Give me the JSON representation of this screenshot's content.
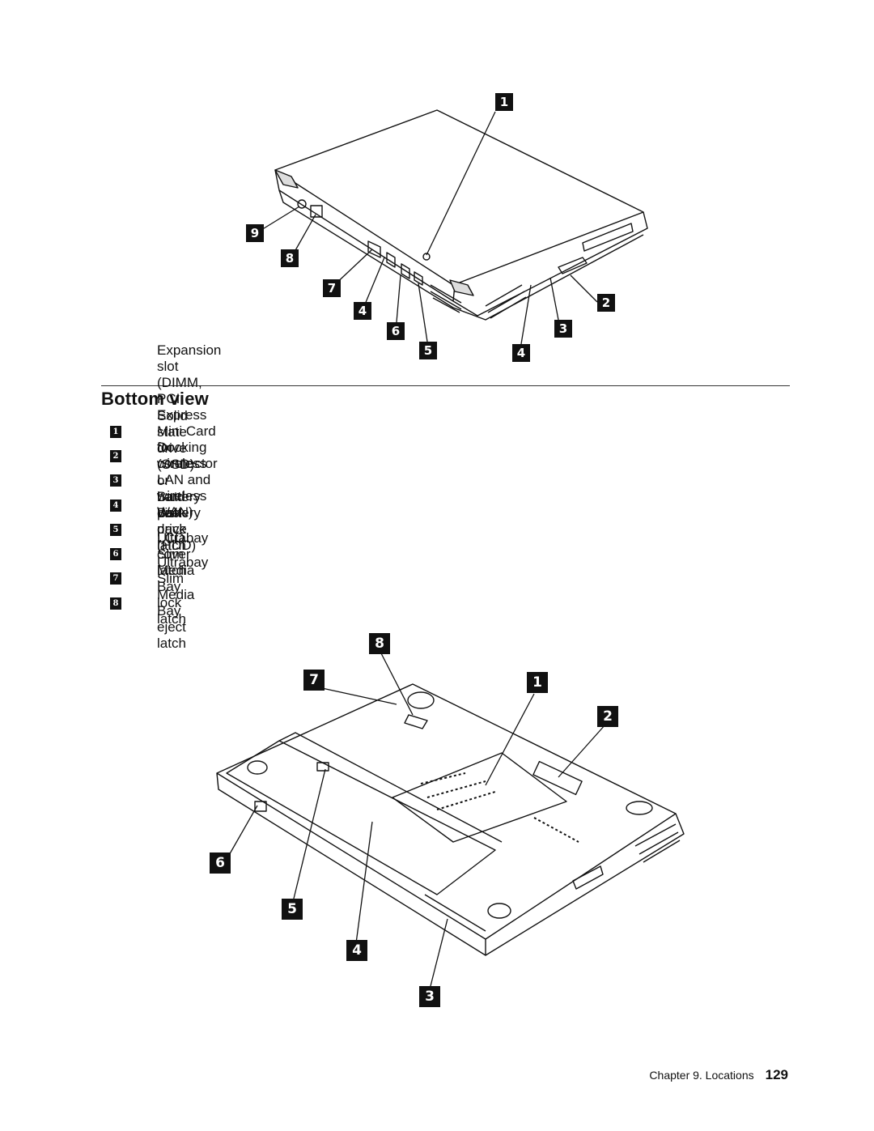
{
  "section": {
    "title": "Bottom view"
  },
  "legend": [
    {
      "number": "1",
      "text": "Expansion slot (DIMM, PCI Express Mini Card for wireless LAN and wireless WAN)"
    },
    {
      "number": "2",
      "text": "Docking connector"
    },
    {
      "number": "3",
      "text": "Solid state drive (SSD) or hard disk drive (HDD)"
    },
    {
      "number": "4",
      "text": "Battery pack"
    },
    {
      "number": "5",
      "text": "Battery pack latch"
    },
    {
      "number": "6",
      "text": "LCD cover latch"
    },
    {
      "number": "7",
      "text": "Ultrabay Slim Media Bay lock latch"
    },
    {
      "number": "8",
      "text": "Ultrabay Slim Media Bay eject latch"
    }
  ],
  "figure_top": {
    "callouts": [
      "1",
      "2",
      "3",
      "4",
      "4",
      "5",
      "6",
      "7",
      "8",
      "9"
    ]
  },
  "figure_bottom": {
    "callouts": [
      "1",
      "2",
      "3",
      "4",
      "5",
      "6",
      "7",
      "8"
    ]
  },
  "footer": {
    "chapter": "Chapter 9.  Locations",
    "page": "129"
  }
}
